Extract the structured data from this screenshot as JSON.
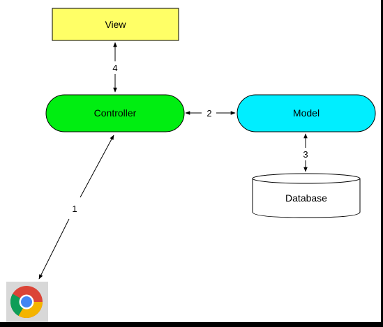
{
  "nodes": {
    "view": {
      "label": "View",
      "color": "#ffff66"
    },
    "controller": {
      "label": "Controller",
      "color": "#00ee11"
    },
    "model": {
      "label": "Model",
      "color": "#00eeff"
    },
    "database": {
      "label": "Database",
      "color": "#ffffff"
    },
    "browser": {
      "icon": "chrome-browser-icon"
    }
  },
  "edges": {
    "browser_controller": {
      "label": "1"
    },
    "controller_model": {
      "label": "2"
    },
    "model_database": {
      "label": "3"
    },
    "controller_view": {
      "label": "4"
    }
  }
}
